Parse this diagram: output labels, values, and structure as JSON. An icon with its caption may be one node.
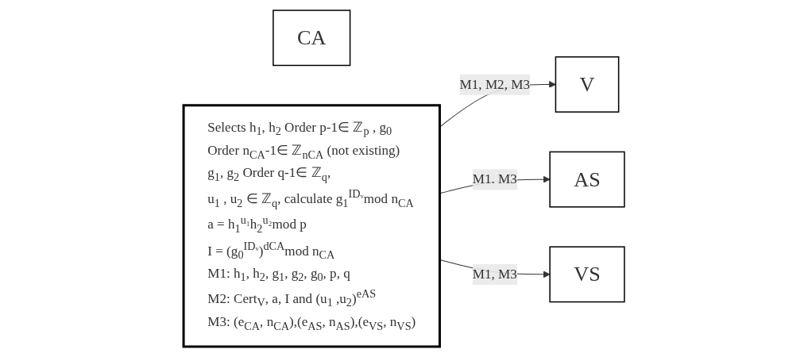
{
  "diagram": {
    "nodes": [
      {
        "text": [
          "V"
        ]
      },
      {
        "text": [
          "CA"
        ]
      },
      {
        "text": [
          "Selects h$_{1}$, h$_{2}$ Order p-1∈ ℤ$_{p}$ , g$_{0}$",
          "Order n$_{CA}$-1∈ ℤ$_{nCA}$ (not existing)",
          "g$_{1}$, g$_{2}$ Order q-1∈ ℤ$_{q}$,",
          "u$_{1}$ , u$_{2}$ ∈ ℤ$_{q}$, calculate g$_{1}$$^{IDᵥ}$mod n$_{CA}$",
          "a = h$_{1}$$^{u₁}$h$_{2}$$^{u₂}$mod p",
          "I = (g$_{0}$$^{IDᵥ}$)$^{dCA}$mod n$_{CA}$",
          "M1: h$_{1}$, h$_{2}$, g$_{1}$, g$_{2}$, g$_{0}$, p, q",
          "M2: Cert$_{V}$, a, I and (u$_{1}$ ,u$_{2}$)$^{eAS}$",
          "M3: (e$_{CA}$, n$_{CA}$),(e$_{AS}$, n$_{AS}$),(e$_{VS}$, n$_{VS}$)"
        ]
      },
      {
        "text": [
          "AS"
        ]
      },
      {
        "text": [
          "VS"
        ]
      }
    ],
    "edges": [
      {
        "from": 2,
        "to": 0,
        "arrow": "to",
        "label": "M1, M2, M3"
      },
      {
        "from": 2,
        "to": 3,
        "arrow": "to",
        "label": "M1. M3"
      },
      {
        "from": 2,
        "to": 4,
        "arrow": "to",
        "label": "M1, M3"
      }
    ]
  }
}
